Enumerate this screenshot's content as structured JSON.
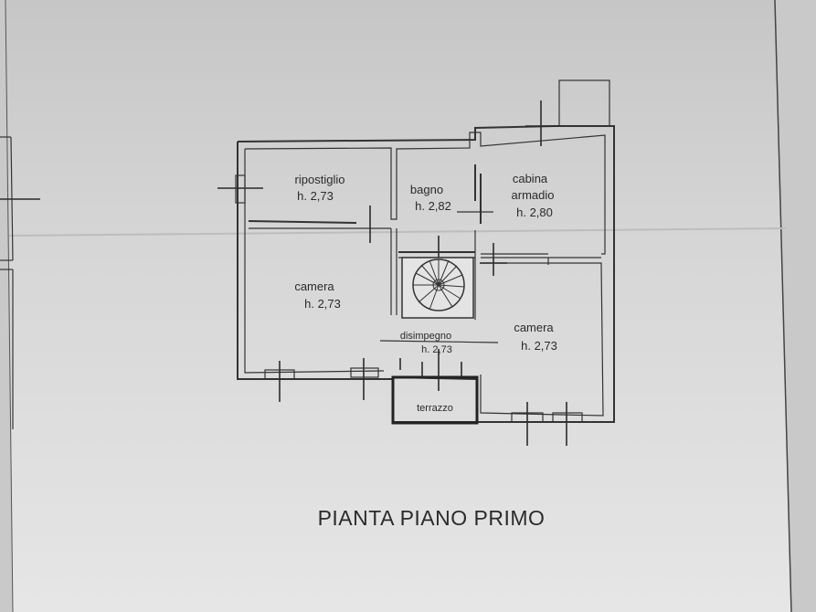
{
  "plan": {
    "title": "PIANTA PIANO PRIMO",
    "rooms": {
      "ripostiglio": {
        "name": "ripostiglio",
        "height": "h. 2,73"
      },
      "bagno": {
        "name": "bagno",
        "height": "h. 2,82"
      },
      "cabina": {
        "name_line1": "cabina",
        "name_line2": "armadio",
        "height": "h. 2,80"
      },
      "camera_left": {
        "name": "camera",
        "height": "h. 2,73"
      },
      "camera_right": {
        "name": "camera",
        "height": "h. 2,73"
      },
      "disimpegno": {
        "name": "disimpegno",
        "height": "h. 2,73"
      },
      "terrazzo": {
        "name": "terrazzo"
      }
    }
  }
}
